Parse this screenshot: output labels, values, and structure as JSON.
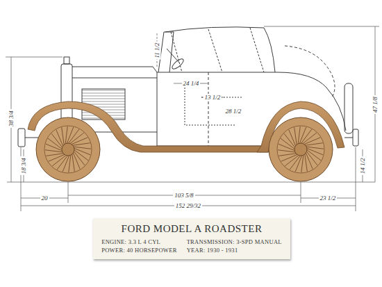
{
  "diagram": {
    "nodes": [
      {
        "text": [
          "FORD MODEL A ROADSTER",
          "ENGINE: 3.3 L 4 CYL",
          "TRANSMISSION: 3-SPD MANUAL",
          "POWER: 40 HORSEPOWER",
          "YEAR: 1930 - 1931"
        ]
      }
    ],
    "labels": [
      "103 5/8",
      "152 29/32",
      "20",
      "23 1/2",
      "38 3/4",
      "18 3/4",
      "47 1/8",
      "14 1/2",
      "11 1/2",
      "24 1/4",
      "13 1/2",
      "28 1/2"
    ]
  }
}
